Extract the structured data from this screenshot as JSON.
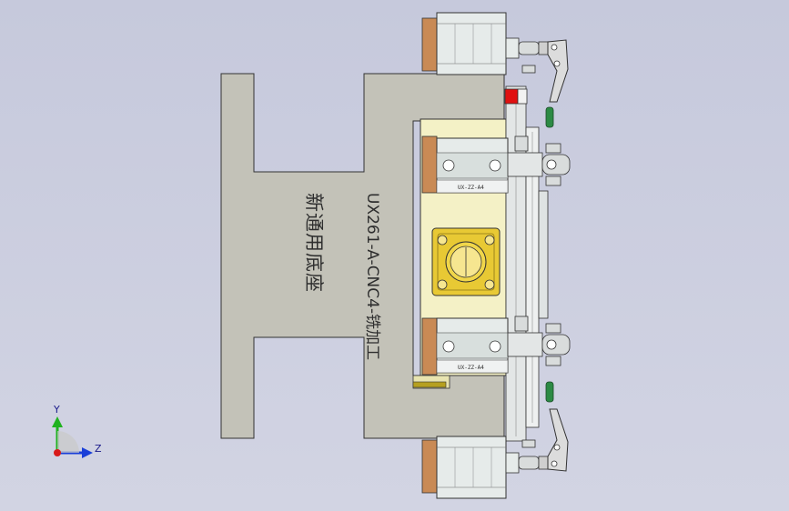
{
  "part": {
    "engraving_line1": "UX261-A-CNC4-铣加工",
    "engraving_line2": "新通用底座"
  },
  "cylinders": {
    "label_upper": "UX-ZZ-A4",
    "label_lower": "UX-ZZ-A4"
  },
  "triad": {
    "y_label": "Y",
    "z_label": "Z"
  },
  "colors": {
    "base_plate": "#c3c2b8",
    "fixture_cream": "#f4f1c6",
    "bracket_orange": "#c98a55",
    "cylinder_body": "#e6ebea",
    "rod_steel": "#d9dcdc",
    "clamp_grey": "#dcdcdc",
    "gold_pad": "#e8c934",
    "red_stop": "#e01010",
    "green_handle": "#2c8a44",
    "axis_y": "#1fb21f",
    "axis_z": "#1a3fd8"
  }
}
